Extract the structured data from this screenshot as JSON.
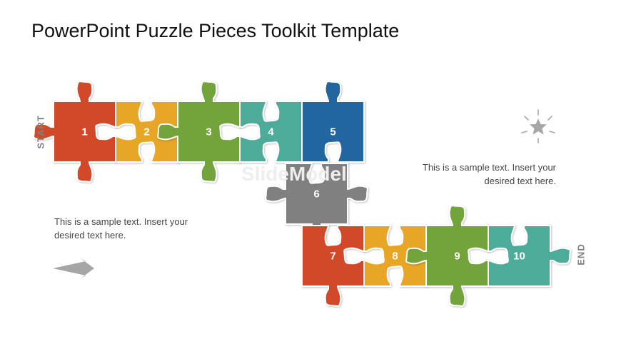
{
  "title": "PowerPoint Puzzle Pieces Toolkit Template",
  "labels": {
    "start": "START",
    "end": "END"
  },
  "text_left": "This is a sample text. Insert your desired text here.",
  "text_right": "This is a sample text. Insert your desired text here.",
  "watermark": "SlideModel",
  "pieces": [
    {
      "number": "1",
      "color": "#D2492A"
    },
    {
      "number": "2",
      "color": "#E8A628"
    },
    {
      "number": "3",
      "color": "#73A33A"
    },
    {
      "number": "4",
      "color": "#4EAB99"
    },
    {
      "number": "5",
      "color": "#2366A0"
    },
    {
      "number": "6",
      "color": "#808080"
    },
    {
      "number": "7",
      "color": "#D2492A"
    },
    {
      "number": "8",
      "color": "#E8A628"
    },
    {
      "number": "9",
      "color": "#73A33A"
    },
    {
      "number": "10",
      "color": "#4EAB99"
    }
  ],
  "icons": {
    "start_arrow": "arrow-right-icon",
    "star": "star-burst-icon"
  }
}
